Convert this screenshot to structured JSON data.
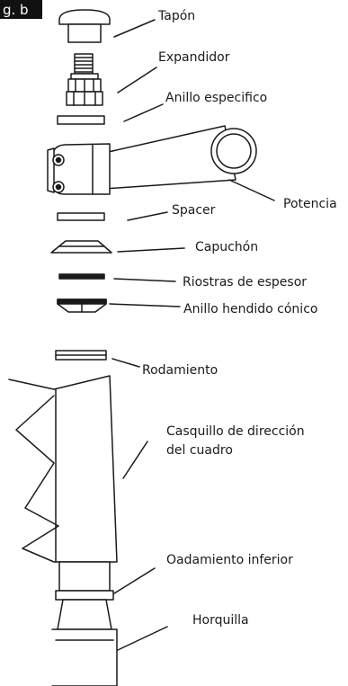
{
  "figure_tag": "g. b",
  "labels": {
    "tapon": "Tapón",
    "expandidor": "Expandidor",
    "anillo_especifico": "Anillo especifico",
    "potencia": "Potencia",
    "spacer": "Spacer",
    "capuchon": "Capuchón",
    "riostras": "Riostras de espesor",
    "anillo_hendido": "Anillo hendido cónico",
    "rodamiento": "Rodamiento",
    "casquillo_1": "Casquillo de dirección",
    "casquillo_2": "del cuadro",
    "oadamiento": "Oadamiento inferior",
    "horquilla": "Horquilla"
  },
  "colors": {
    "stroke": "#1a1a1a",
    "fill": "#ffffff",
    "tag_bg": "#111111"
  }
}
